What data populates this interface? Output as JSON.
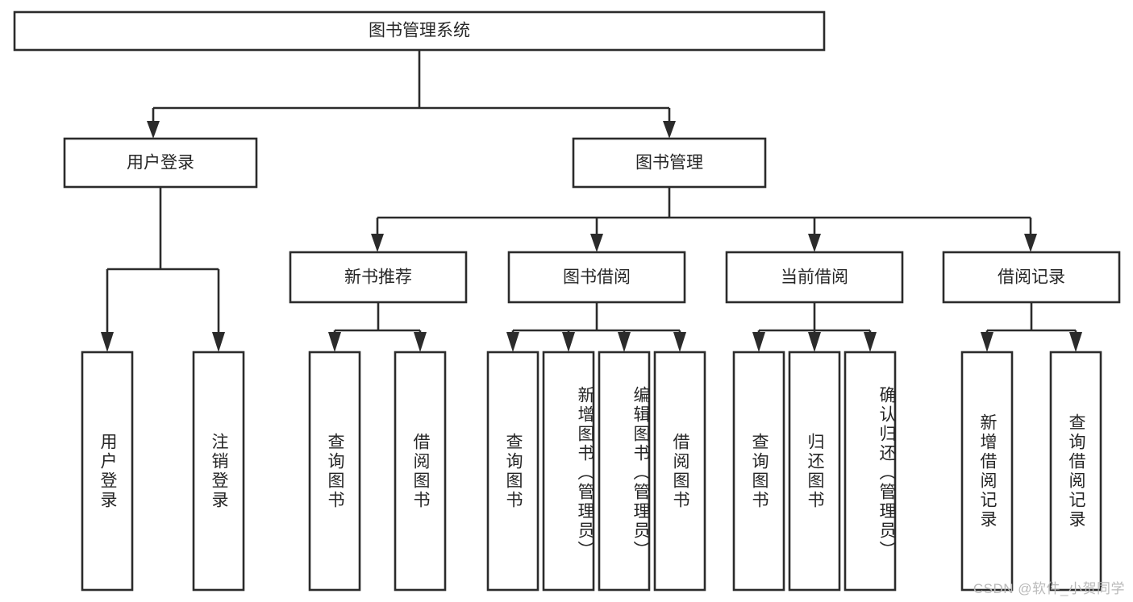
{
  "diagram": {
    "title": "图书管理系统",
    "type": "tree-hierarchy",
    "orientation": "top-down",
    "colors": {
      "box_stroke": "#2b2b2b",
      "box_fill": "#ffffff",
      "text": "#262626",
      "connector": "#2b2b2b",
      "background": "#ffffff",
      "watermark": "#b9b9b9"
    },
    "root": {
      "label": "图书管理系统"
    },
    "level2": [
      {
        "label": "用户登录"
      },
      {
        "label": "图书管理"
      }
    ],
    "level3": [
      {
        "label": "新书推荐"
      },
      {
        "label": "图书借阅"
      },
      {
        "label": "当前借阅"
      },
      {
        "label": "借阅记录"
      }
    ],
    "leaves": {
      "user_login": [
        {
          "label": "用户登录"
        },
        {
          "label": "注销登录"
        }
      ],
      "new_book_recommend": [
        {
          "label": "查询图书"
        },
        {
          "label": "借阅图书"
        }
      ],
      "book_borrow": [
        {
          "label": "查询图书"
        },
        {
          "label": "新增图书（管理员）"
        },
        {
          "label": "编辑图书（管理员）"
        },
        {
          "label": "借阅图书"
        }
      ],
      "current_borrow": [
        {
          "label": "查询图书"
        },
        {
          "label": "归还图书"
        },
        {
          "label": "确认归还（管理员）"
        }
      ],
      "borrow_record": [
        {
          "label": "新增借阅记录"
        },
        {
          "label": "查询借阅记录"
        }
      ]
    }
  },
  "watermark": {
    "text": "CSDN @软件_小贺同学"
  }
}
